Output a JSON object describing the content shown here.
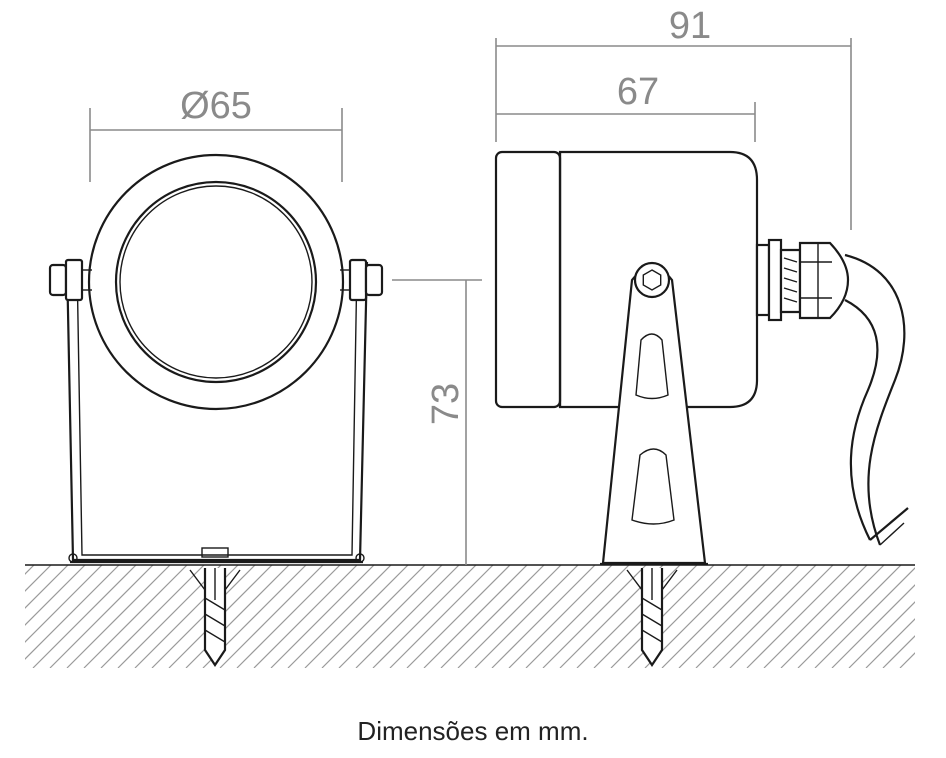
{
  "dimensions": {
    "front_diameter": "Ø65",
    "side_overall_length": "91",
    "side_body_length": "67",
    "height": "73"
  },
  "caption": "Dimensões em mm.",
  "colors": {
    "line": "#1a1a1a",
    "dimension": "#8a8a8a",
    "hatch": "#9a9a9a",
    "background": "#ffffff"
  }
}
